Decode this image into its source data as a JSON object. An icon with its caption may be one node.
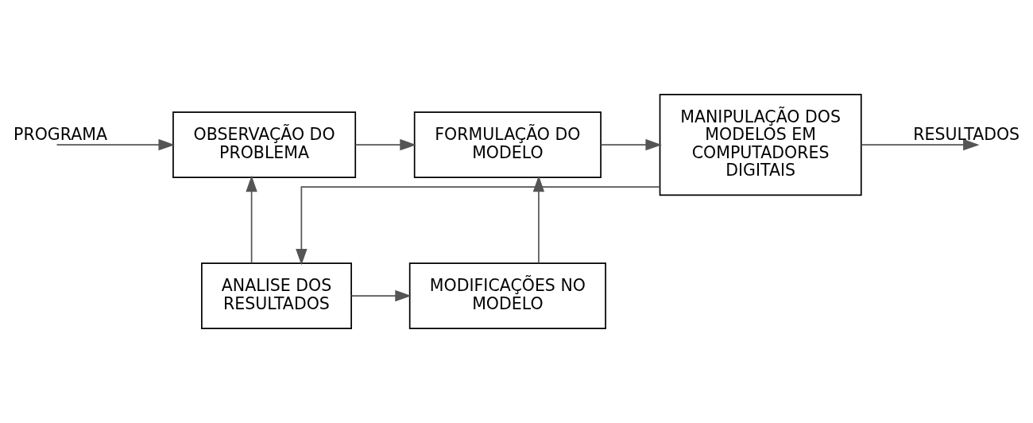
{
  "diagram": {
    "nodes": [
      {
        "text": [
          "OBSERVAÇÃO DO PROBLEMA"
        ]
      },
      {
        "text": [
          "FORMULAÇÃO DO MODELO"
        ]
      },
      {
        "text": [
          "MANIPULAÇÃO DOS MODELOS EM COMPUTADORES DIGITAIS"
        ]
      },
      {
        "text": [
          "MODIFICAÇÕES NO MODELO"
        ]
      },
      {
        "text": [
          "ANALISE DOS RESULTADOS"
        ]
      }
    ],
    "edges": [
      {
        "from": null,
        "to": 0,
        "arrow": "to",
        "label": "PROGRAMA"
      },
      {
        "from": 0,
        "to": 1,
        "arrow": "to"
      },
      {
        "from": 1,
        "to": 2,
        "arrow": "to"
      },
      {
        "from": 2,
        "to": null,
        "arrow": "to",
        "label": "RESULTADOS"
      },
      {
        "from": 2,
        "to": 4,
        "arrow": "to"
      },
      {
        "from": 3,
        "to": 1,
        "arrow": "to"
      },
      {
        "from": 4,
        "to": 0,
        "arrow": "to"
      },
      {
        "from": 4,
        "to": 3,
        "arrow": "to"
      }
    ]
  }
}
